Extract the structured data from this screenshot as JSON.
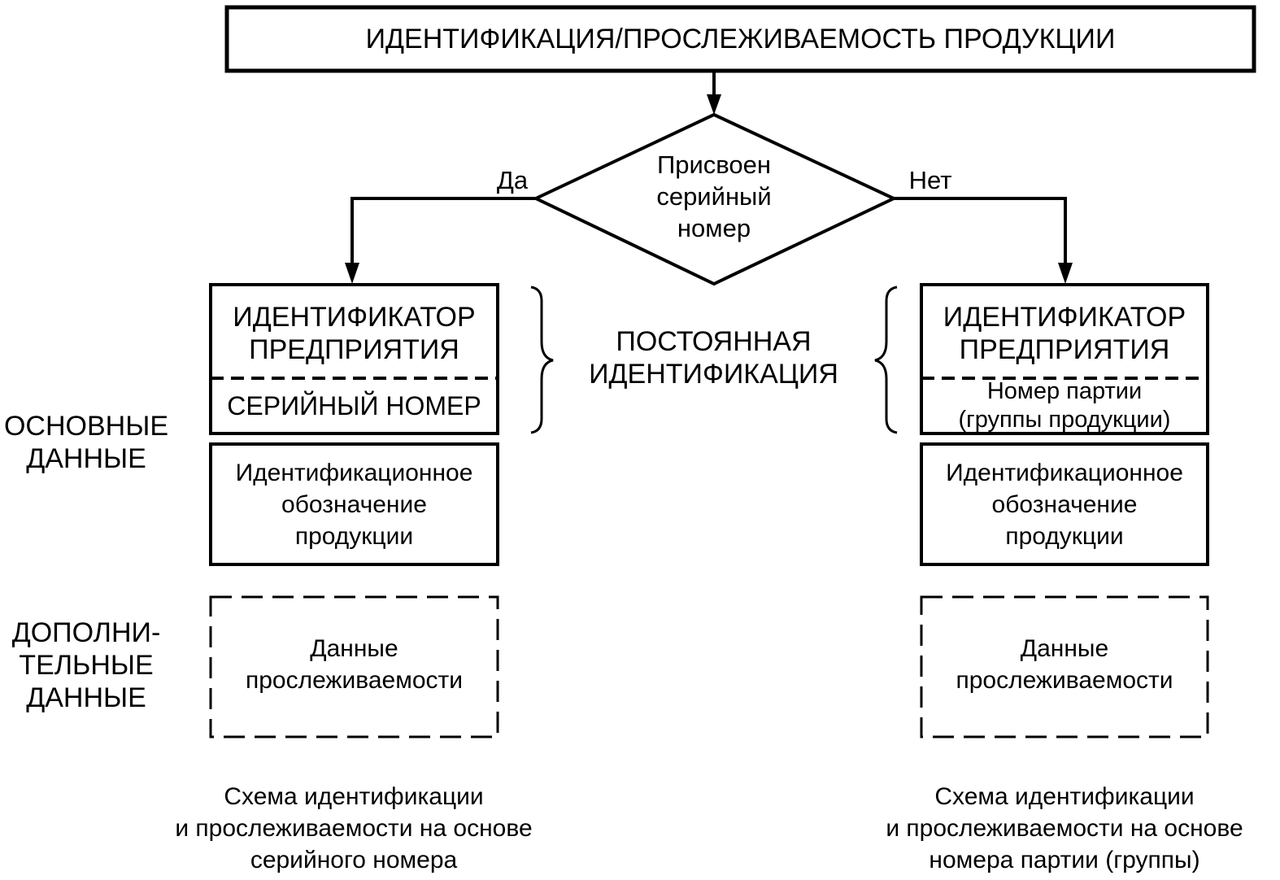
{
  "top_box": "ИДЕНТИФИКАЦИЯ/ПРОСЛЕЖИВАЕМОСТЬ ПРОДУКЦИИ",
  "decision": [
    "Присвоен",
    "серийный",
    "номер"
  ],
  "branch_yes": "Да",
  "branch_no": "Нет",
  "permanent_id": [
    "ПОСТОЯННАЯ",
    "ИДЕНТИФИКАЦИЯ"
  ],
  "side_labels": {
    "main_data": [
      "ОСНОВНЫЕ",
      "ДАННЫЕ"
    ],
    "extra_data": [
      "ДОПОЛНИ-",
      "ТЕЛЬНЫЕ",
      "ДАННЫЕ"
    ]
  },
  "left_column": {
    "enterprise_id": [
      "ИДЕНТИФИКАТОР",
      "ПРЕДПРИЯТИЯ"
    ],
    "serial": "СЕРИЙНЫЙ НОМЕР",
    "product_designation": [
      "Идентификационное",
      "обозначение",
      "продукции"
    ],
    "traceability": [
      "Данные",
      "прослеживаемости"
    ],
    "caption": [
      "Схема идентификации",
      "и прослеживаемости на основе",
      "серийного номера"
    ]
  },
  "right_column": {
    "enterprise_id": [
      "ИДЕНТИФИКАТОР",
      "ПРЕДПРИЯТИЯ"
    ],
    "batch": [
      "Номер партии",
      "(группы продукции)"
    ],
    "product_designation": [
      "Идентификационное",
      "обозначение",
      "продукции"
    ],
    "traceability": [
      "Данные",
      "прослеживаемости"
    ],
    "caption": [
      "Схема идентификации",
      "и прослеживаемости на основе",
      "номера партии (группы)"
    ]
  }
}
